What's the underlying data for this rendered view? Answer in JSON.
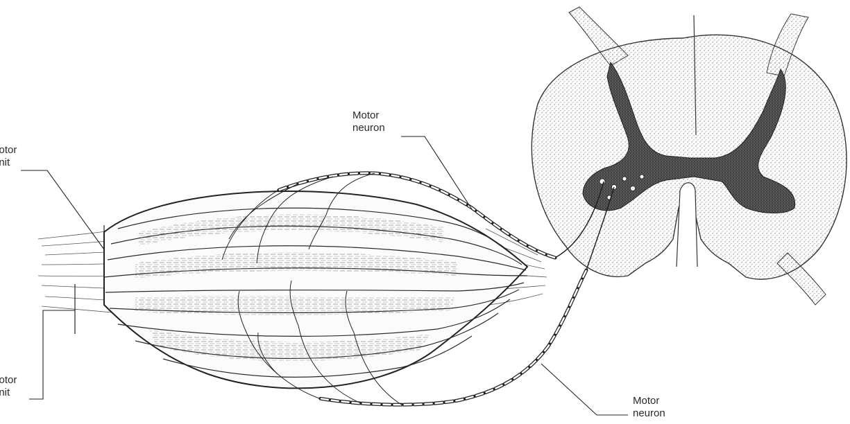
{
  "labels": {
    "motor_neuron_top": {
      "line1": "Motor",
      "line2": "neuron"
    },
    "motor_unit_top": {
      "line1": "Motor",
      "line2": "unit"
    },
    "motor_unit_bottom": {
      "line1": "Motor",
      "line2": "unit"
    },
    "motor_neuron_bottom": {
      "line1": "Motor",
      "line2": "neuron"
    }
  },
  "colors": {
    "ink": "#2a2a2a",
    "stipple": "#6b6b6b",
    "grey_matter": "#3a3a3a",
    "paper": "#ffffff"
  }
}
